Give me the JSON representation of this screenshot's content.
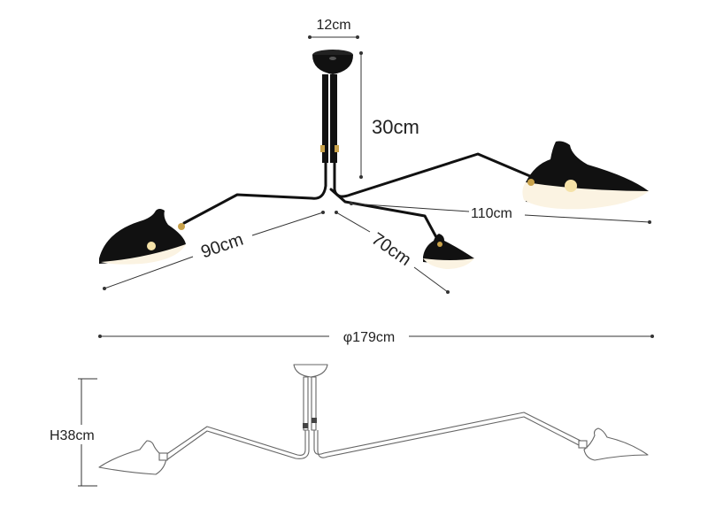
{
  "colors": {
    "lamp_body": "#111111",
    "shade_inner": "#fbf3e2",
    "brass": "#c9a24a",
    "dimension_line": "#333333",
    "outline": "#666666"
  },
  "dimensions": {
    "canopy_width": "12cm",
    "stem_height": "30cm",
    "arm_long": "110cm",
    "arm_left": "90cm",
    "arm_short": "70cm",
    "overall_diameter": "φ179cm",
    "overall_height": "H38cm"
  }
}
